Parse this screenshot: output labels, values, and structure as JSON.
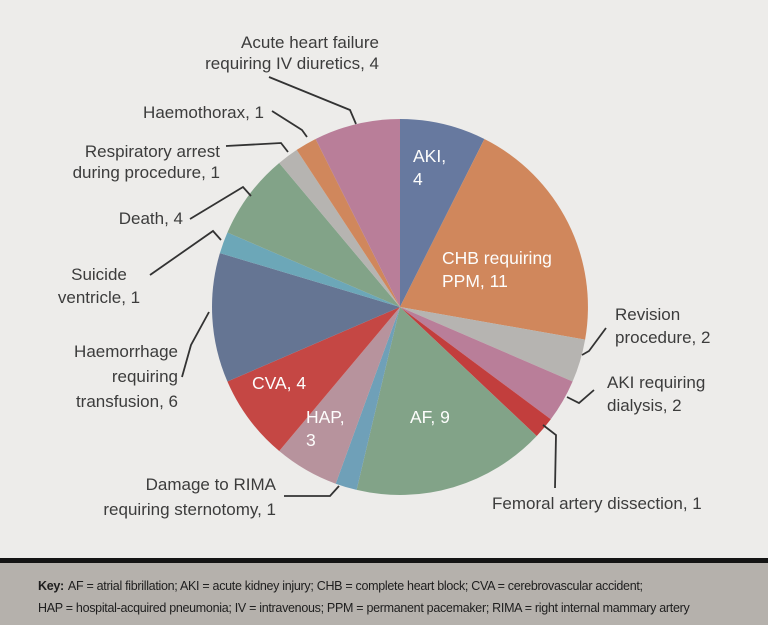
{
  "figure": {
    "background": "#edecea",
    "label_text_color": "#3c3c3c",
    "leader_line_color": "#333333"
  },
  "chart_data": {
    "type": "pie",
    "title": "",
    "total": 54,
    "start_angle": "12 o'clock",
    "direction": "clockwise",
    "legend": "none",
    "slices": [
      {
        "id": "aki",
        "label": "AKI",
        "value": 4,
        "color": "#67799f",
        "label_placement": "inside",
        "display_lines": [
          "AKI,",
          "4"
        ]
      },
      {
        "id": "chb",
        "label": "CHB requiring PPM",
        "value": 11,
        "color": "#d0875c",
        "label_placement": "inside",
        "display_lines": [
          "CHB requiring",
          "PPM, 11"
        ]
      },
      {
        "id": "revision",
        "label": "Revision procedure",
        "value": 2,
        "color": "#b6b4b1",
        "label_placement": "outside",
        "display_lines": [
          "Revision",
          "procedure, 2"
        ]
      },
      {
        "id": "aki-dialysis",
        "label": "AKI requiring dialysis",
        "value": 2,
        "color": "#b97e99",
        "label_placement": "outside",
        "display_lines": [
          "AKI requiring",
          "dialysis, 2"
        ]
      },
      {
        "id": "femoral",
        "label": "Femoral artery dissection",
        "value": 1,
        "color": "#c23e3d",
        "label_placement": "outside",
        "display_lines": [
          "Femoral artery dissection, 1"
        ]
      },
      {
        "id": "af",
        "label": "AF",
        "value": 9,
        "color": "#82a388",
        "label_placement": "inside",
        "display_lines": [
          "AF, 9"
        ]
      },
      {
        "id": "rima",
        "label": "Damage to RIMA requiring sternotomy",
        "value": 1,
        "color": "#6fa0b8",
        "label_placement": "outside",
        "display_lines": [
          "Damage to RIMA",
          "requiring sternotomy, 1"
        ]
      },
      {
        "id": "hap",
        "label": "HAP",
        "value": 3,
        "color": "#b7939d",
        "label_placement": "inside",
        "display_lines": [
          "HAP,",
          "3"
        ]
      },
      {
        "id": "cva",
        "label": "CVA",
        "value": 4,
        "color": "#c54744",
        "label_placement": "inside",
        "display_lines": [
          "CVA, 4"
        ]
      },
      {
        "id": "haemorrhage",
        "label": "Haemorrhage requiring transfusion",
        "value": 6,
        "color": "#657593",
        "label_placement": "outside",
        "display_lines": [
          "Haemorrhage",
          "requiring",
          "transfusion, 6"
        ]
      },
      {
        "id": "suicide-ventricle",
        "label": "Suicide ventricle",
        "value": 1,
        "color": "#6ca7b8",
        "label_placement": "outside",
        "display_lines": [
          "Suicide",
          "ventricle, 1"
        ]
      },
      {
        "id": "death",
        "label": "Death",
        "value": 4,
        "color": "#82a388",
        "label_placement": "outside",
        "display_lines": [
          "Death, 4"
        ]
      },
      {
        "id": "respiratory-arrest",
        "label": "Respiratory arrest during procedure",
        "value": 1,
        "color": "#b6b4b1",
        "label_placement": "outside",
        "display_lines": [
          "Respiratory arrest",
          "during procedure, 1"
        ]
      },
      {
        "id": "haemothorax",
        "label": "Haemothorax",
        "value": 1,
        "color": "#d0875c",
        "label_placement": "outside",
        "display_lines": [
          "Haemothorax, 1"
        ]
      },
      {
        "id": "acute-heart-failure",
        "label": "Acute heart failure requiring IV diuretics",
        "value": 4,
        "color": "#b97e99",
        "label_placement": "outside",
        "display_lines": [
          "Acute heart failure",
          "requiring IV diuretics, 4"
        ]
      }
    ]
  },
  "key_panel": {
    "label": "Key:",
    "line1": "AF = atrial fibrillation; AKI = acute kidney injury; CHB = complete heart block; CVA = cerebrovascular accident;",
    "line2": "HAP = hospital-acquired pneumonia; IV = intravenous; PPM = permanent pacemaker; RIMA = right internal mammary artery",
    "background": "#b5b1ac",
    "rule_color": "#141414"
  }
}
